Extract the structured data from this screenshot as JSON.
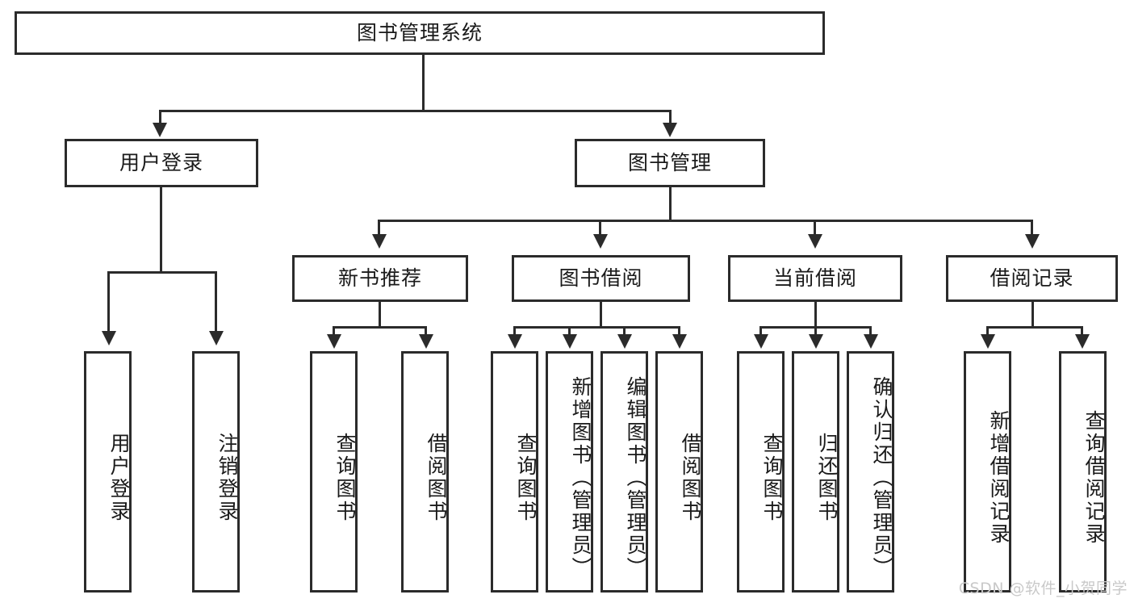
{
  "diagram": {
    "title": "图书管理系统",
    "type": "tree-hierarchy-chart",
    "root": {
      "label": "图书管理系统"
    },
    "level1": [
      {
        "label": "用户登录"
      },
      {
        "label": "图书管理"
      }
    ],
    "level2": [
      {
        "label": "新书推荐"
      },
      {
        "label": "图书借阅"
      },
      {
        "label": "当前借阅"
      },
      {
        "label": "借阅记录"
      }
    ],
    "leaves": {
      "user_login": [
        {
          "label": "用户登录"
        },
        {
          "label": "注销登录"
        }
      ],
      "new_book_recommend": [
        {
          "label": "查询图书"
        },
        {
          "label": "借阅图书"
        }
      ],
      "book_borrow": [
        {
          "label": "查询图书"
        },
        {
          "label": "新增图书（管理员）"
        },
        {
          "label": "编辑图书（管理员）"
        },
        {
          "label": "借阅图书"
        }
      ],
      "current_borrow": [
        {
          "label": "查询图书"
        },
        {
          "label": "归还图书"
        },
        {
          "label": "确认归还（管理员）"
        }
      ],
      "borrow_record": [
        {
          "label": "新增借阅记录"
        },
        {
          "label": "查询借阅记录"
        }
      ]
    }
  },
  "watermark": {
    "text": "CSDN @软件_小贺同学"
  },
  "colors": {
    "stroke": "#2b2b2b",
    "fill": "#ffffff",
    "text": "#1a1a1a",
    "watermark": "#c9c9c9"
  }
}
